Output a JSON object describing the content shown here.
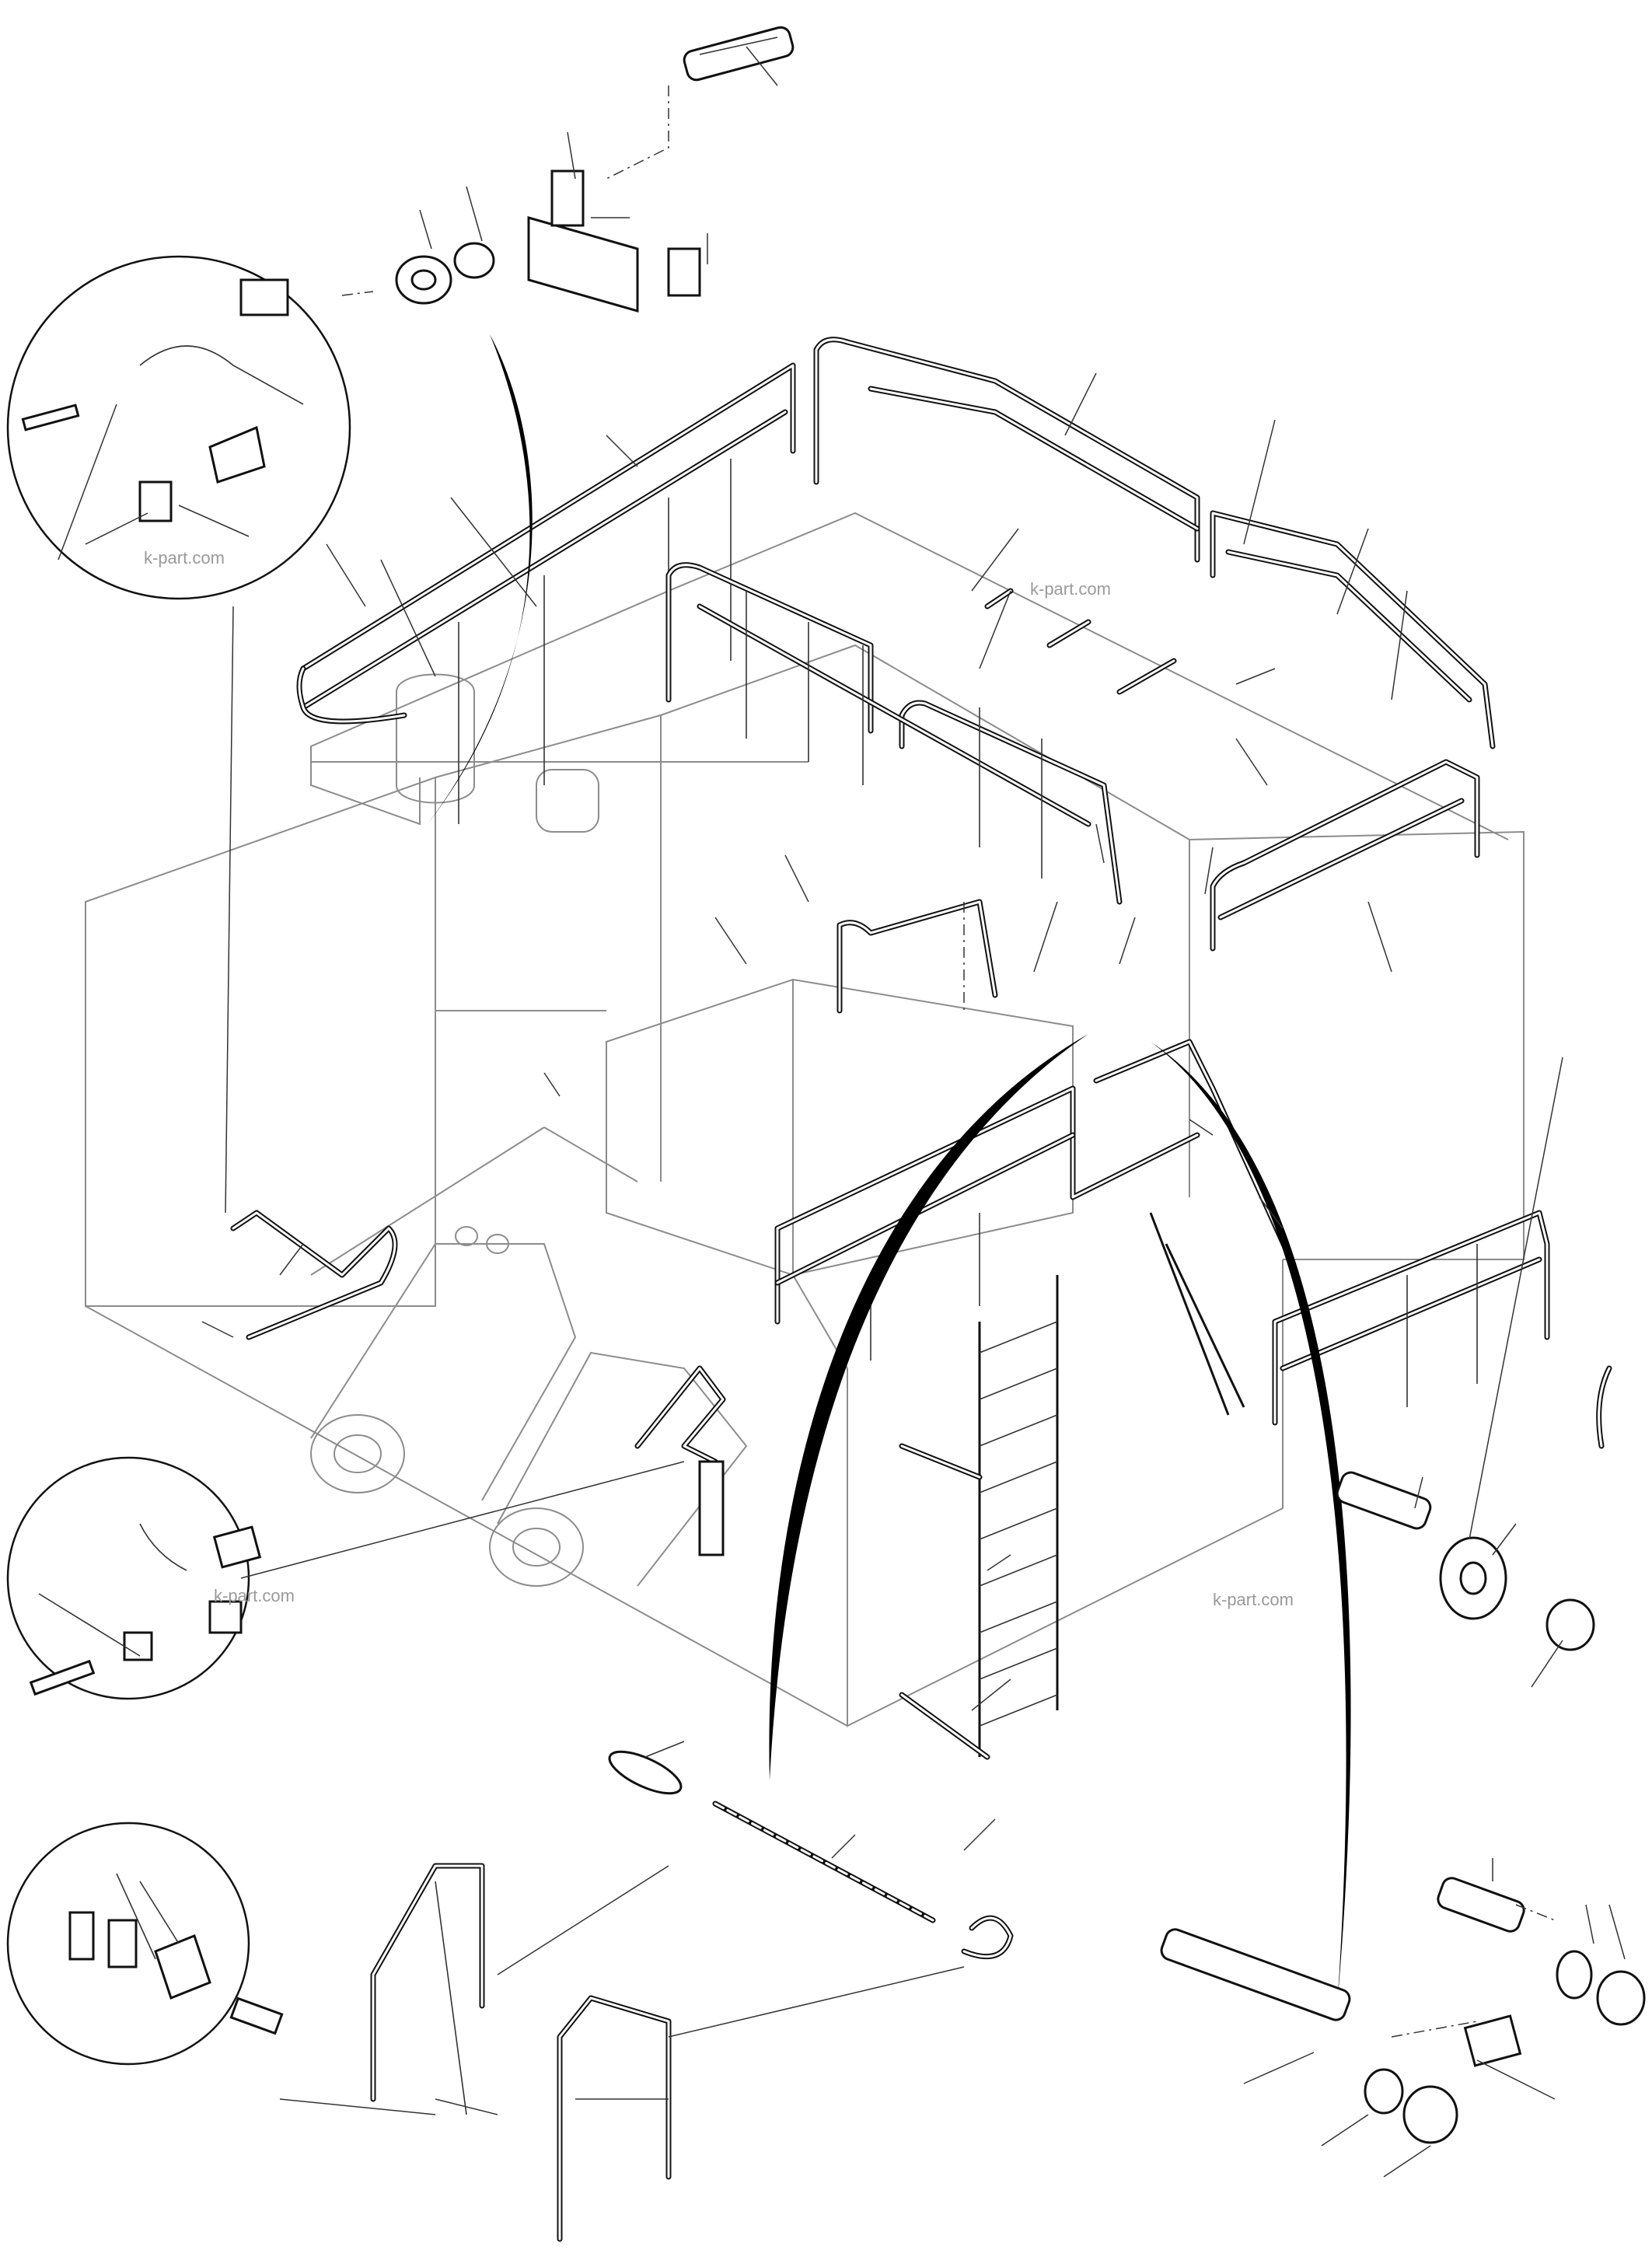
{
  "diagram": {
    "watermarks": [
      "k-part.com",
      "k-part.com",
      "k-part.com",
      "k-part.com"
    ]
  },
  "palette": {
    "line": "#111111",
    "body_line": "#8c8c8c",
    "watermark": "#9a9a9a",
    "background": "#ffffff"
  }
}
